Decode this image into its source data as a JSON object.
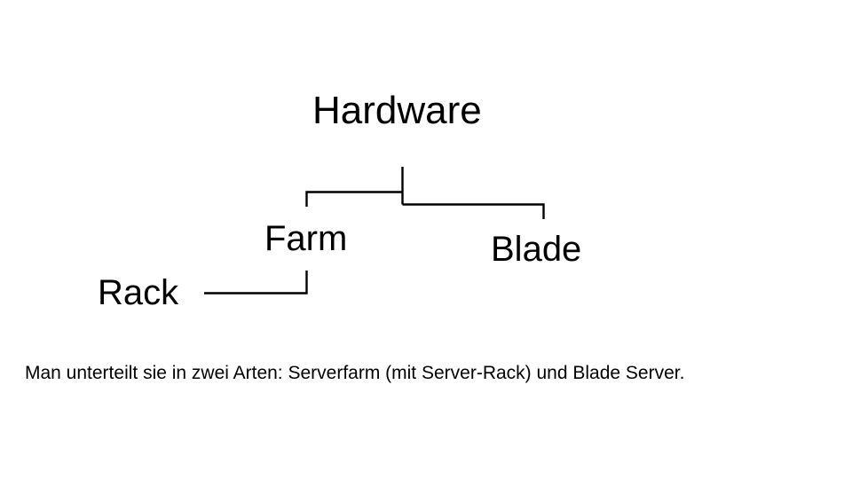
{
  "slide": {
    "background_color": "#ffffff",
    "line_color": "#000000",
    "text_color": "#000000"
  },
  "diagram": {
    "type": "hierarchy",
    "root": "Hardware",
    "nodes": [
      {
        "id": "hardware",
        "label": "Hardware",
        "level": 0
      },
      {
        "id": "farm",
        "label": "Farm",
        "level": 1
      },
      {
        "id": "blade",
        "label": "Blade",
        "level": 1
      },
      {
        "id": "rack",
        "label": "Rack",
        "level": 2
      }
    ],
    "edges": [
      {
        "from": "hardware",
        "to": "farm"
      },
      {
        "from": "hardware",
        "to": "blade"
      },
      {
        "from": "farm",
        "to": "rack"
      }
    ]
  },
  "caption": {
    "text": "Man unterteilt sie in zwei Arten: Serverfarm (mit Server-Rack) und Blade Server."
  }
}
